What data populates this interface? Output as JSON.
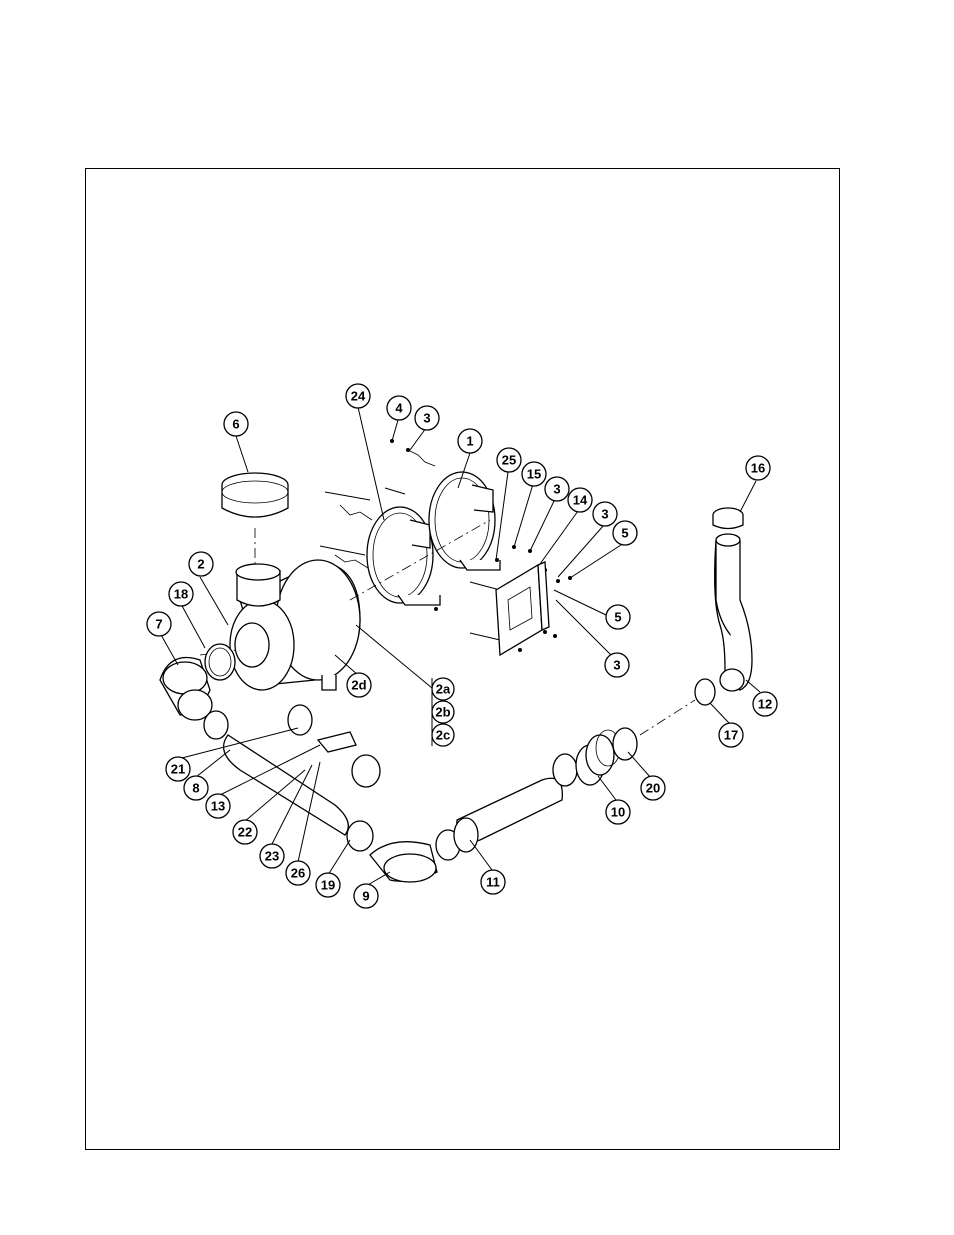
{
  "figure": {
    "callouts": [
      "1",
      "2",
      "3",
      "3",
      "3",
      "3",
      "4",
      "5",
      "5",
      "6",
      "7",
      "8",
      "9",
      "10",
      "11",
      "12",
      "13",
      "14",
      "15",
      "16",
      "17",
      "18",
      "19",
      "20",
      "21",
      "22",
      "23",
      "24",
      "25",
      "26",
      "2d"
    ],
    "stacked_callouts": [
      "2a",
      "2b",
      "2c"
    ]
  }
}
